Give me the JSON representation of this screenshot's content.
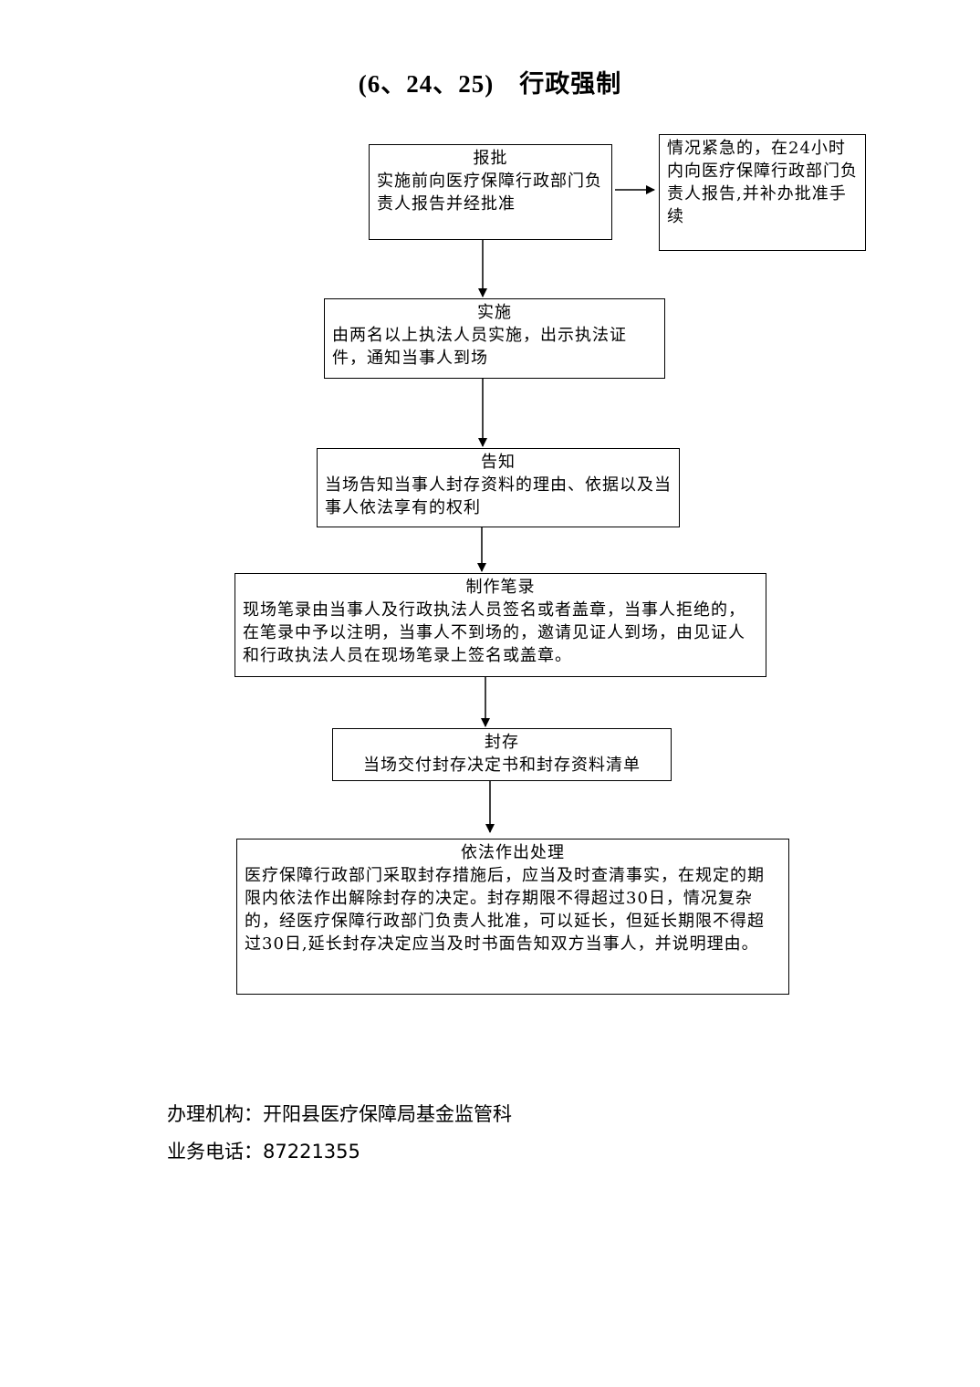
{
  "title": "(6、24、25)　行政强制",
  "steps": [
    {
      "heading": "报批",
      "body": "实施前向医疗保障行政部门负责人报告并经批准"
    },
    {
      "heading": "实施",
      "body": "由两名以上执法人员实施，出示执法证件，通知当事人到场"
    },
    {
      "heading": "告知",
      "body": "当场告知当事人封存资料的理由、依据以及当事人依法享有的权利"
    },
    {
      "heading": "制作笔录",
      "body": "现场笔录由当事人及行政执法人员签名或者盖章，当事人拒绝的，在笔录中予以注明，当事人不到场的，邀请见证人到场，由见证人和行政执法人员在现场笔录上签名或盖章。"
    },
    {
      "heading": "封存",
      "body": "当场交付封存决定书和封存资料清单"
    },
    {
      "heading": "依法作出处理",
      "body": "医疗保障行政部门采取封存措施后，应当及时查清事实，在规定的期限内依法作出解除封存的决定。封存期限不得超过30日，情况复杂的，经医疗保障行政部门负责人批准，可以延长，但延长期限不得超过30日,延长封存决定应当及时书面告知双方当事人，并说明理由。"
    }
  ],
  "side_note": "情况紧急的，在24小时内向医疗保障行政部门负责人报告,并补办批准手续",
  "footer": {
    "agency": "办理机构：开阳县医疗保障局基金监管科",
    "phone": "业务电话：87221355"
  }
}
